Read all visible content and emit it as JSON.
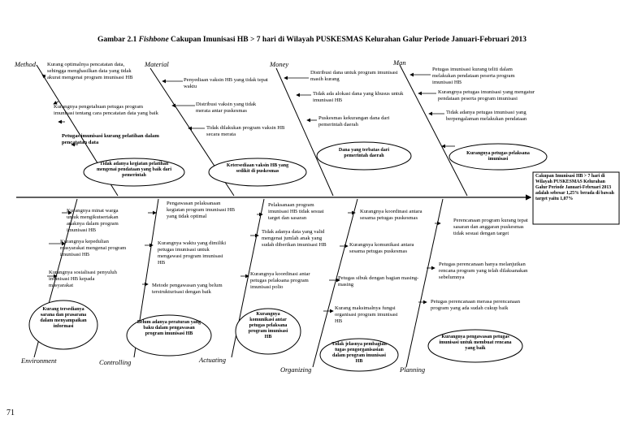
{
  "title": {
    "prefix": "Gambar 2.1 ",
    "italic": "Fishbone",
    "rest": " Cakupan Imunisasi HB > 7 hari  di Wilayah PUSKESMAS Kelurahan Galur Periode Januari-Februari 2013"
  },
  "page_number": "71",
  "head_box": "Cakupan Imunisasi HB > 7 hari di Wilayah PUSKESMAS Kelurahan Galur Periode Januari-Februari 2013 adalah sebesar 1,25% berada di bawah target yaitu 1,07%",
  "categories": {
    "method": "Method",
    "material": "Material",
    "money": "Money",
    "man": "Man",
    "environment": "Environment",
    "controlling": "Controlling",
    "actuating": "Actuating",
    "organizing": "Organizing",
    "planning": "Planning"
  },
  "causes": {
    "method": [
      "Kurang optimalnya pencatatan data, sehingga menghasilkan data yang tidak akurat mengenai program imunisasi HB",
      "Kurangnya pengetahuan petugas program imunisasi tentang cara pencatatan data yang baik",
      "Petugas imunisasi kurang pelatihan dalam pencatatan data"
    ],
    "material": [
      "Penyediaan vaksin HB yang tidak tepat waktu",
      "Distribusi vaksin yang tidak merata antar puskesmas",
      "Tidak dilakukan program vaksin HB secara merata"
    ],
    "money": [
      "Distribusi dana untuk program imunisasi masih kurang",
      "Tidak ada alokasi dana yang khusus untuk imunisasi HB",
      "Puskesmas kekurangan dana dari pemerintah daerah"
    ],
    "man": [
      "Petugas imunisasi kurang teliti dalam melakukan pendataan peserta program imunisasi HB",
      "Kurangnya petugas imunisasi yang mengatur pendataan peserta program imunisasi",
      "Tidak adanya petugas imunisasi yang berpengalaman melakukan pendataan"
    ],
    "environment": [
      "Kurangnya minat warga untuk mengikutsertakan anaknya dalam program imunisasi HB",
      "Kurangnya kepedulian masyarakat mengenai program imunisasi HB",
      "Kurangnya sosialisasi penyuluh imunisasi HB kepada masyarakat"
    ],
    "controlling": [
      "Pengawasan pelaksanaan kegiatan program imunisasi HB yang tidak optimal",
      "Kurangnya waktu yang dimiliki petugas imunisasi untuk mengawasi program imunisasi HB",
      "Metode pengawasan yang belum terstrukturisasi dengan baik"
    ],
    "actuating": [
      "Pelaksanaan program imunisasi HB tidak sesuai target dan sasaran",
      "Tidak adanya data yang valid mengenai jumlah anak yang sudah diberikan imunisasi HB",
      "Kurangnya koordinasi antar petugas pelaksana program imunisasi polio"
    ],
    "organizing": [
      "Kurangnya koordinasi antara sesama petugas puskesmas",
      "Kurangnya komunikasi antara sesama petugas puskesmas",
      "Petugas sibuk dengan bagian masing-masing",
      "Kurang maksimalnya fungsi organisasi program imunisasi HB"
    ],
    "planning": [
      "Perencanaan program kurang tepat sasaran dan anggaran puskesmas tidak sesuai dengan target",
      "Petugas perencanaan hanya melanjutkan rencana program yang telah dilaksanakan sebelumnya",
      "Petugas perencanaan merasa perencanaan program yang ada sudah cukup baik"
    ]
  },
  "root_causes": {
    "method": "Tidak adanya kegiatan pelatihan mengenai pendataan yang baik dari pemerintah",
    "material": "Ketersediaan vaksin HB yang sedikit di puskesmas",
    "money": "Dana yang terbatas dari pemerintah daerah",
    "man": "Kurangnya petugas pelaksana imunisasi",
    "environment": "Kurang tersedianya sarana dan prasarana dalam menyampaikan informasi",
    "controlling": "Belum adanya peraturan yang baku dalam pengawasan program imunisasi HB",
    "actuating": "Kurangnya komunikasi antar petugas pelaksana program imunisasi HB",
    "organizing": "Tidak jelasnya pembagian tugas pengorganisasian dalam program imunisasi HB",
    "planning": "Kurangnya pengawasan petugas imunisasi untuk membuat rencana yang baik"
  }
}
